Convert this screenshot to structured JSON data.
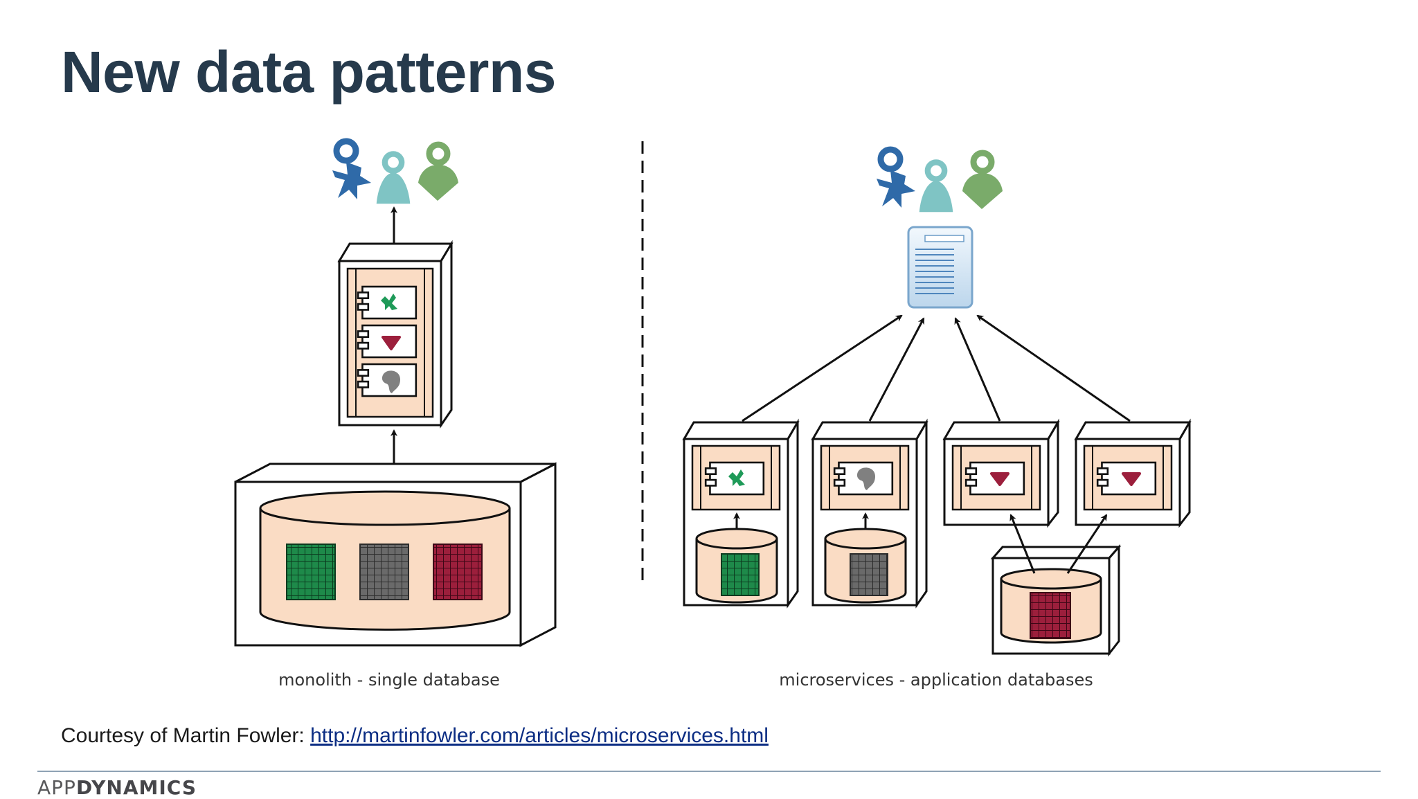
{
  "slide": {
    "title": "New data patterns",
    "courtesy_prefix": "Courtesy of Martin Fowler: ",
    "courtesy_link": "http://martinfowler.com/articles/microservices.html"
  },
  "diagram": {
    "monolith_caption": "monolith - single database",
    "microservices_caption": "microservices - application databases"
  },
  "footer": {
    "brand_light": "APP",
    "brand_bold": "DYNAMICS"
  },
  "colors": {
    "title": "#263a4c",
    "component_fill": "#fadcc4",
    "green": "#1e8a4a",
    "gray": "#6a6a6a",
    "red": "#9c1f3c",
    "user_blue": "#2f6aa8",
    "user_teal": "#7fc4c4",
    "user_green": "#7aab6a"
  }
}
